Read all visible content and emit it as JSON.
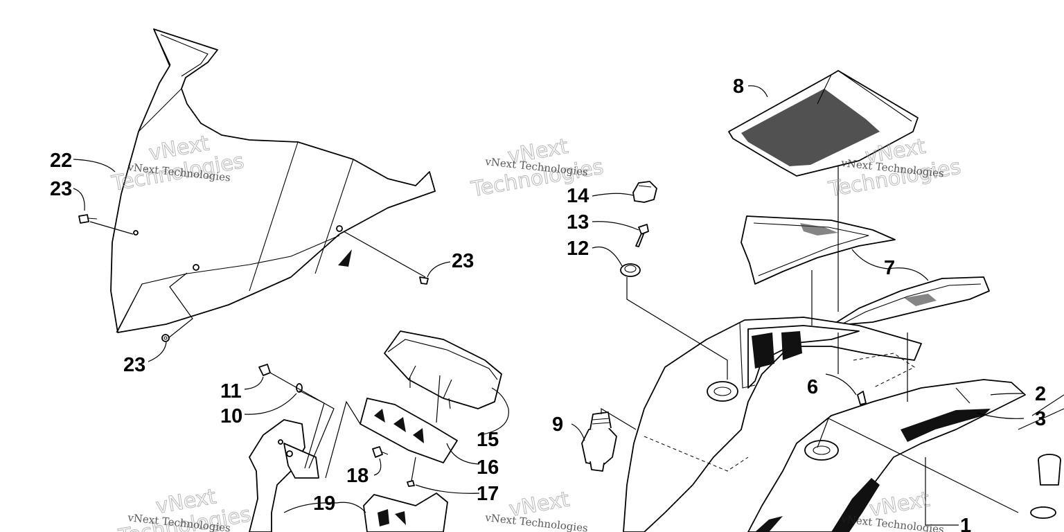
{
  "diagram": {
    "callouts": [
      {
        "id": "c1",
        "label": "1"
      },
      {
        "id": "c2",
        "label": "2"
      },
      {
        "id": "c3",
        "label": "3"
      },
      {
        "id": "c6",
        "label": "6"
      },
      {
        "id": "c7",
        "label": "7"
      },
      {
        "id": "c8",
        "label": "8"
      },
      {
        "id": "c9",
        "label": "9"
      },
      {
        "id": "c10",
        "label": "10"
      },
      {
        "id": "c11",
        "label": "11"
      },
      {
        "id": "c12",
        "label": "12"
      },
      {
        "id": "c13",
        "label": "13"
      },
      {
        "id": "c14",
        "label": "14"
      },
      {
        "id": "c15",
        "label": "15"
      },
      {
        "id": "c16",
        "label": "16"
      },
      {
        "id": "c17",
        "label": "17"
      },
      {
        "id": "c18",
        "label": "18"
      },
      {
        "id": "c19",
        "label": "19"
      },
      {
        "id": "c22",
        "label": "22"
      },
      {
        "id": "c23a",
        "label": "23"
      },
      {
        "id": "c23b",
        "label": "23"
      },
      {
        "id": "c23c",
        "label": "23"
      }
    ],
    "watermark": {
      "small_text": "vNext Technologies",
      "large_text_1": "vNext",
      "large_text_2": "Technologies"
    }
  }
}
